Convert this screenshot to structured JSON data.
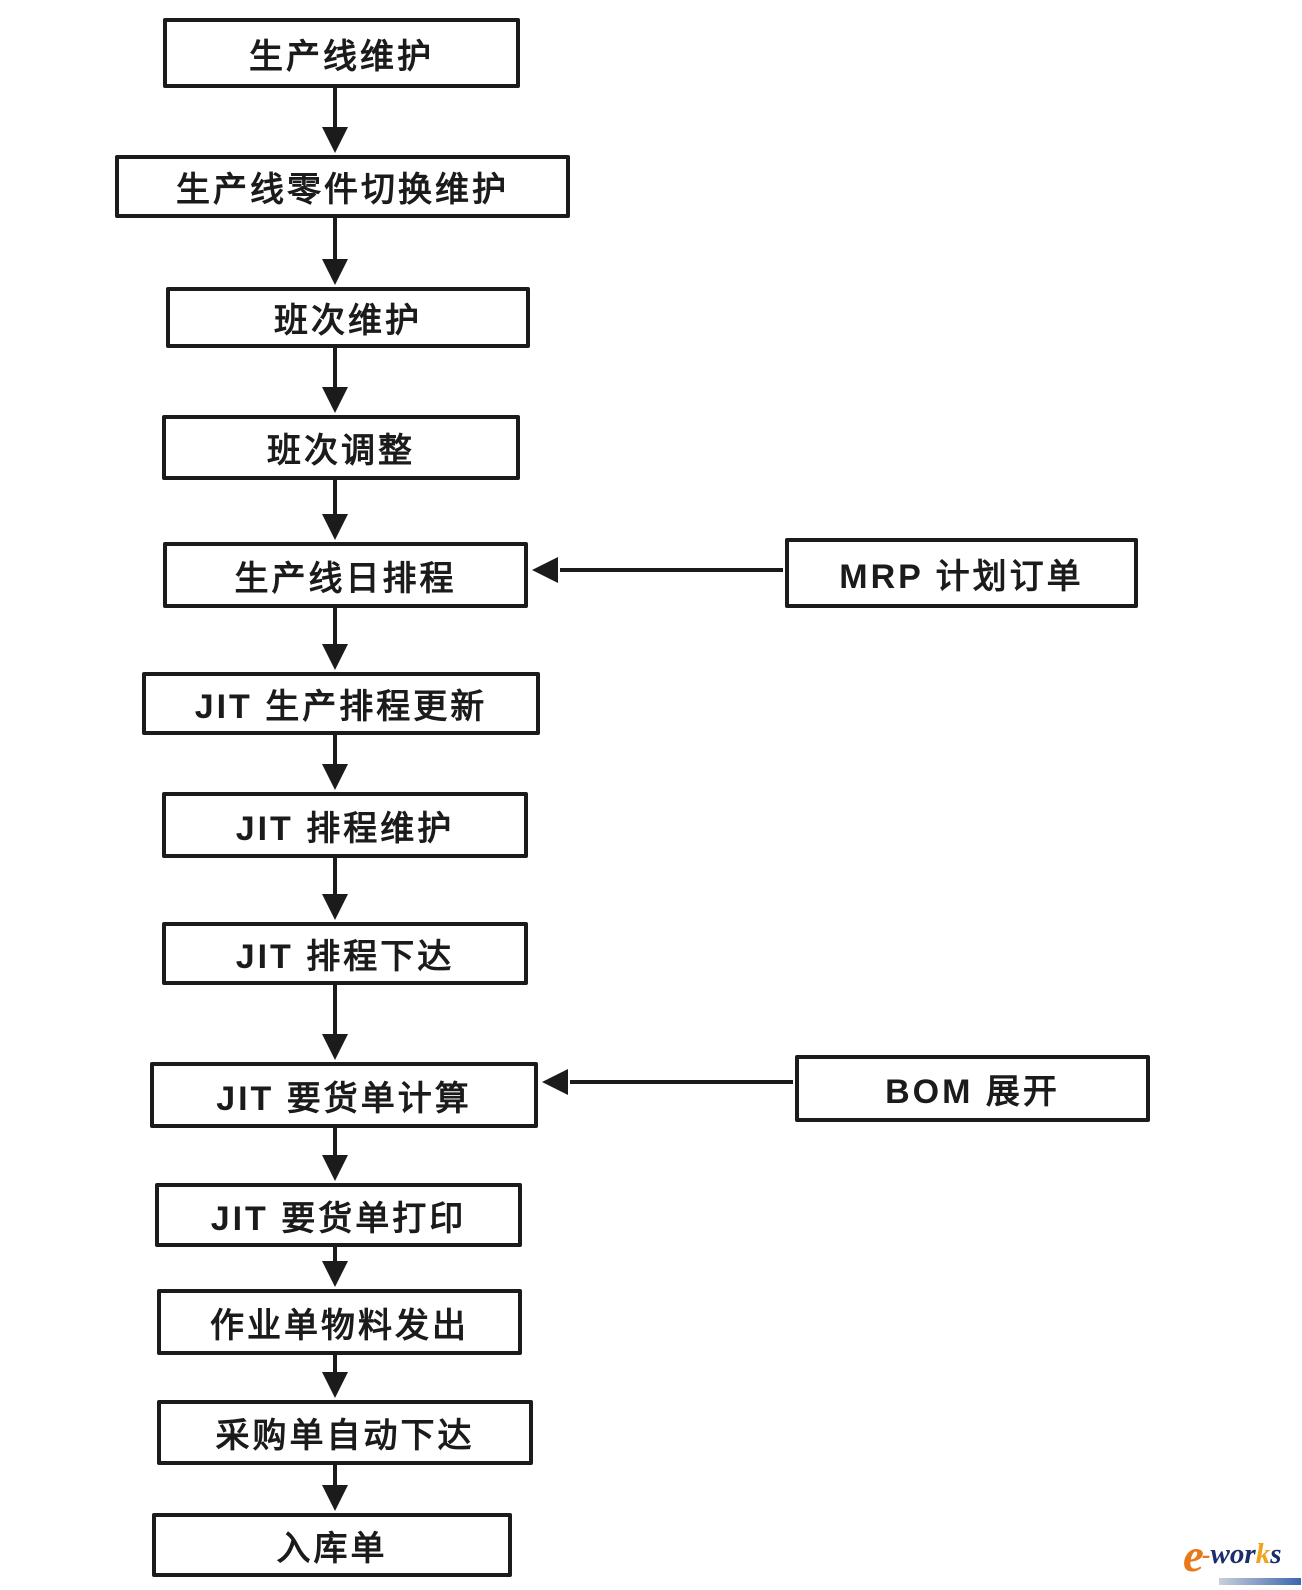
{
  "diagram": {
    "main_flow": [
      {
        "label": "生产线维护"
      },
      {
        "label": "生产线零件切换维护"
      },
      {
        "label": "班次维护"
      },
      {
        "label": "班次调整"
      },
      {
        "label": "生产线日排程"
      },
      {
        "label": "JIT 生产排程更新"
      },
      {
        "label": "JIT 排程维护"
      },
      {
        "label": "JIT 排程下达"
      },
      {
        "label": "JIT 要货单计算"
      },
      {
        "label": "JIT 要货单打印"
      },
      {
        "label": "作业单物料发出"
      },
      {
        "label": "采购单自动下达"
      },
      {
        "label": "入库单"
      }
    ],
    "side_inputs": [
      {
        "label": "MRP 计划订单",
        "feeds_into": "生产线日排程"
      },
      {
        "label": "BOM 展开",
        "feeds_into": "JIT 要货单计算"
      }
    ],
    "colors": {
      "ink": "#1b1b1b",
      "background": "#ffffff"
    }
  },
  "logo": {
    "part_e": "e",
    "part_dash": "-",
    "part_wor": "wor",
    "part_k": "k",
    "part_s": "s",
    "color_orange": "#e8791b",
    "color_navy": "#1b2d6b",
    "color_k_orange": "#f0a21c",
    "underline_gradient": [
      "#c9cfdb",
      "#3c66ac"
    ]
  }
}
